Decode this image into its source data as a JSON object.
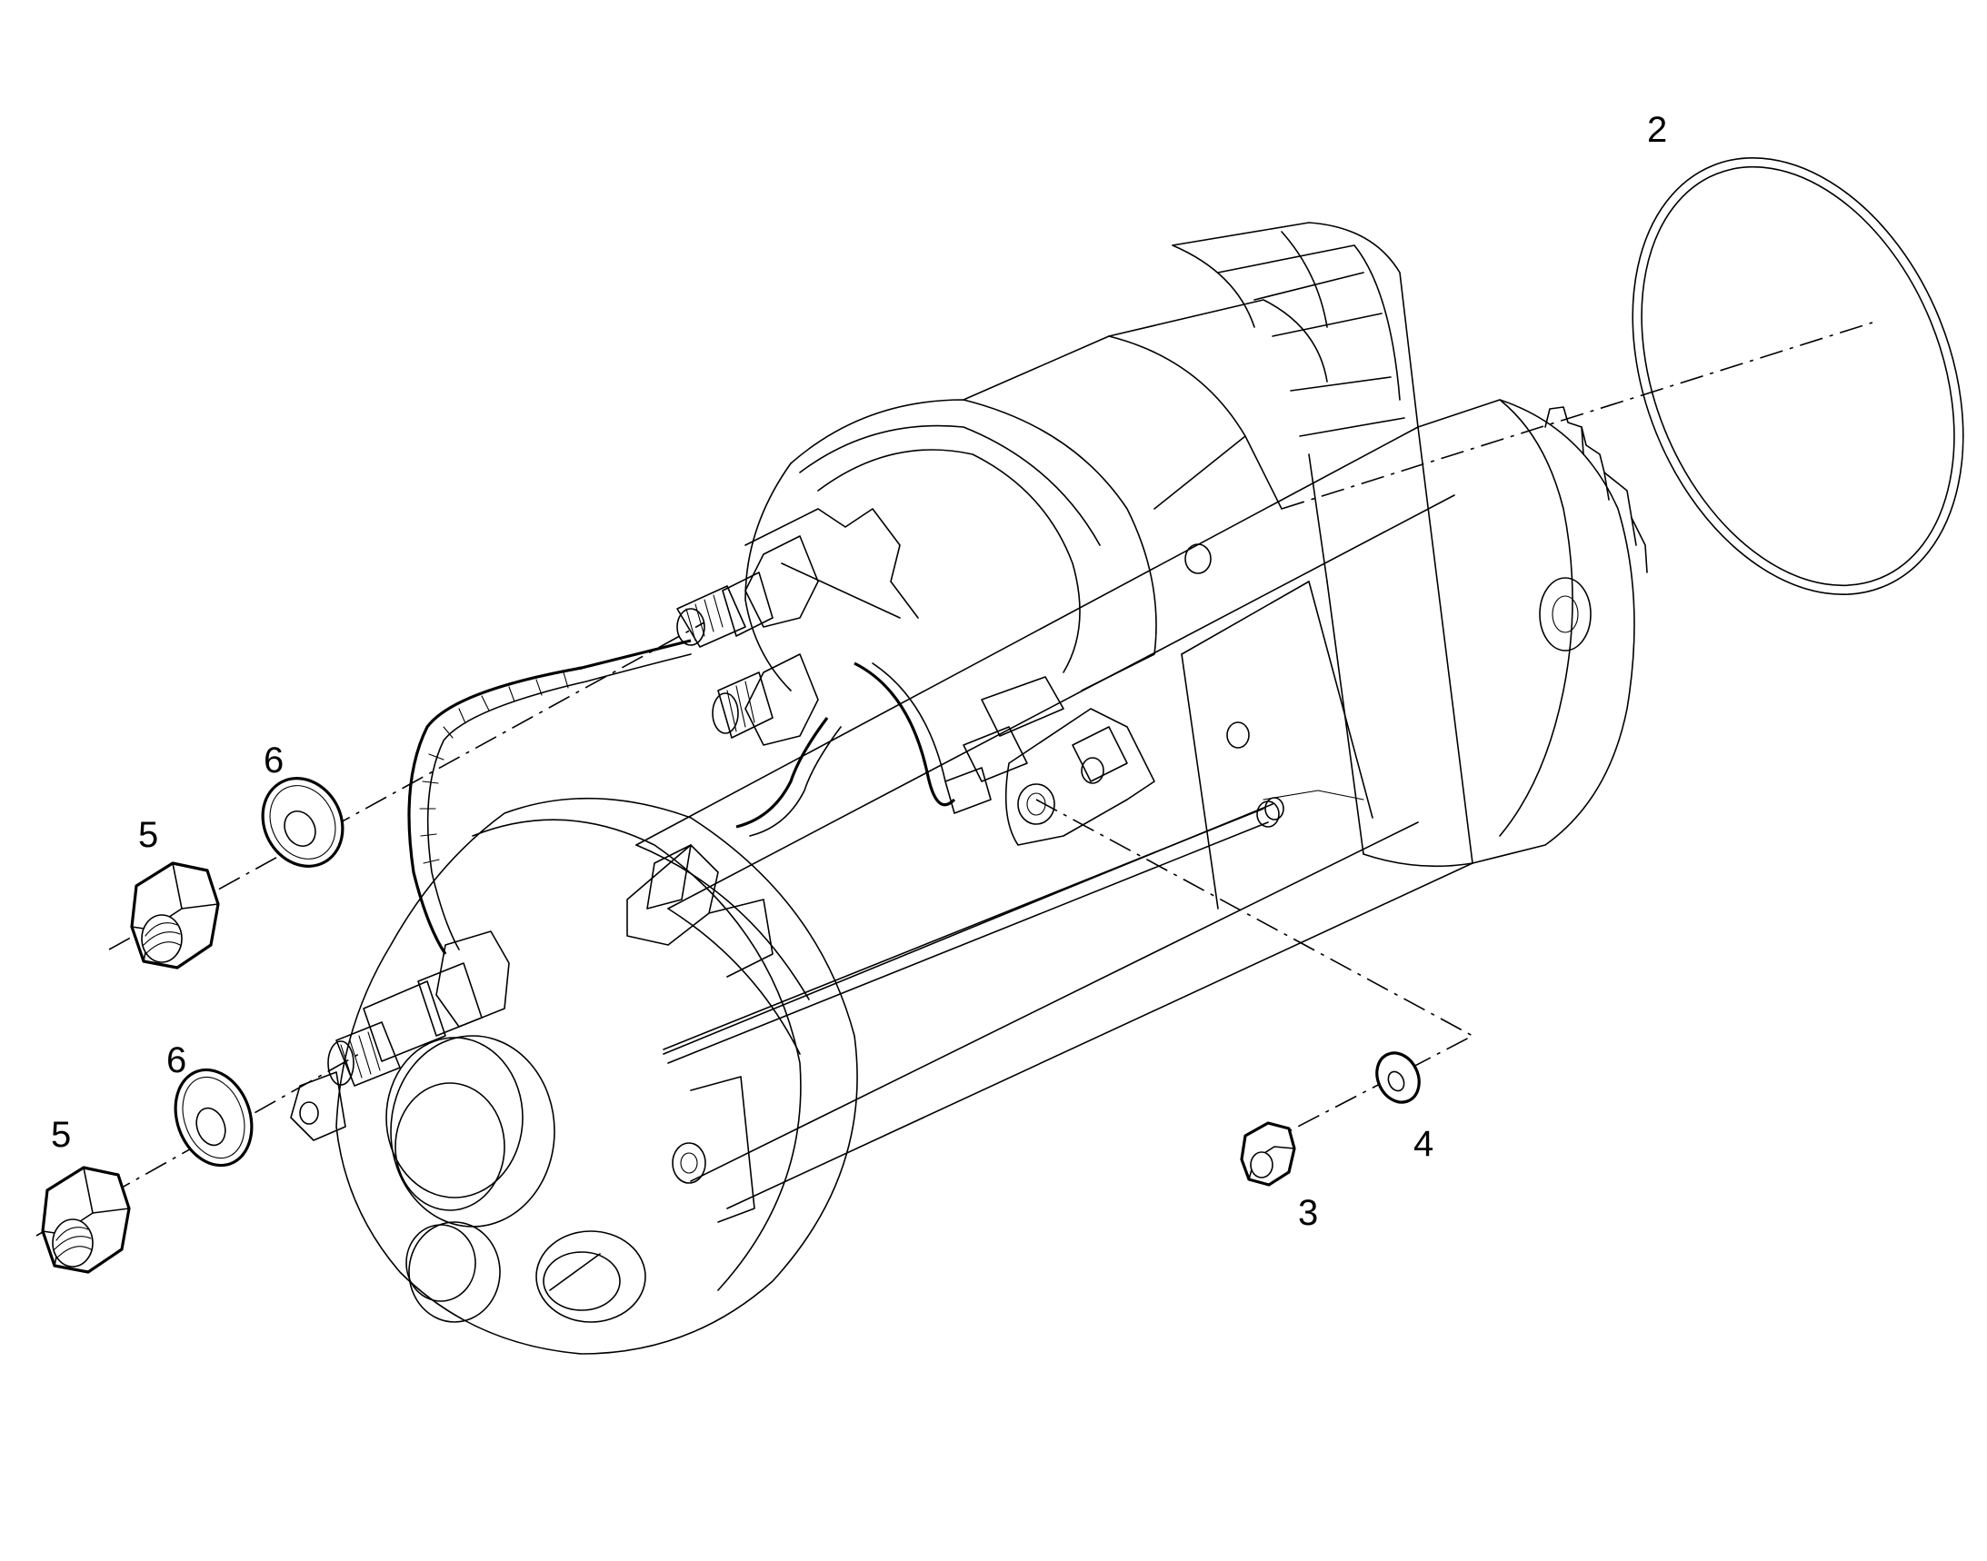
{
  "diagram": {
    "callouts": [
      {
        "id": "2",
        "label": "2"
      },
      {
        "id": "3",
        "label": "3"
      },
      {
        "id": "4",
        "label": "4"
      },
      {
        "id": "5a",
        "label": "5"
      },
      {
        "id": "6a",
        "label": "6"
      },
      {
        "id": "5b",
        "label": "5"
      },
      {
        "id": "6b",
        "label": "6"
      }
    ]
  }
}
